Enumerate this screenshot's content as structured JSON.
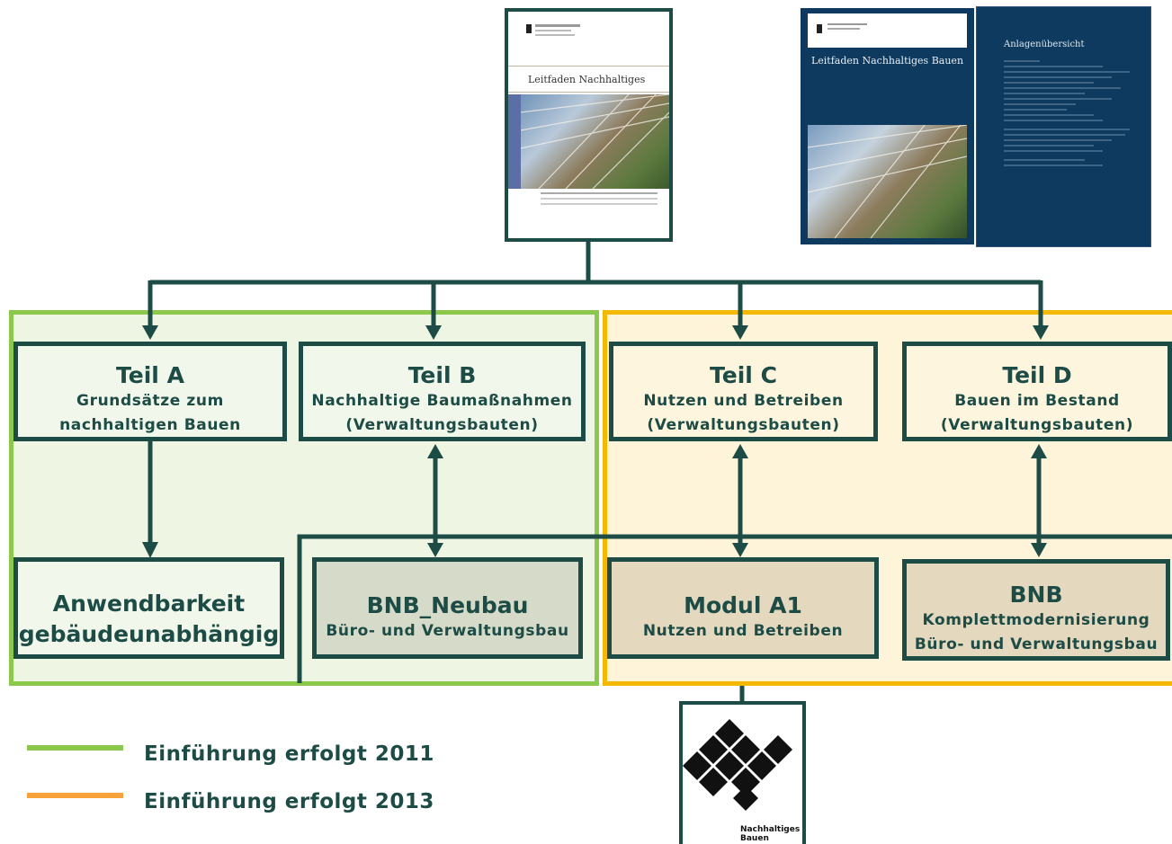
{
  "top_document": {
    "title": "Leitfaden Nachhaltiges Bauen"
  },
  "appendix_document": {
    "cover_title": "Leitfaden Nachhaltiges Bauen",
    "page_heading": "Anlagenübersicht"
  },
  "parts": [
    {
      "title": "Teil A",
      "line1": "Grundsätze zum",
      "line2": "nachhaltigen Bauen"
    },
    {
      "title": "Teil B",
      "line1": "Nachhaltige Baumaßnahmen",
      "line2": "(Verwaltungsbauten)"
    },
    {
      "title": "Teil C",
      "line1": "Nutzen und Betreiben",
      "line2": "(Verwaltungsbauten)"
    },
    {
      "title": "Teil D",
      "line1": "Bauen im Bestand",
      "line2": "(Verwaltungsbauten)"
    }
  ],
  "modules": {
    "a": {
      "line1": "Anwendbarkeit",
      "line2": "gebäudeunabhängig"
    },
    "b": {
      "title": "BNB_Neubau",
      "subtitle": "Büro- und Verwaltungsbau"
    },
    "c": {
      "title": "Modul A1",
      "subtitle": "Nutzen und Betreiben"
    },
    "d": {
      "title": "BNB",
      "line1": "Komplettmodernisierung",
      "line2": "Büro- und Verwaltungsbau"
    }
  },
  "logo": {
    "text_line1": "Nachhaltiges",
    "text_line2": "Bauen"
  },
  "legend": [
    {
      "label": "Einführung erfolgt 2011",
      "color": "#8cc84b"
    },
    {
      "label": "Einführung erfolgt 2013",
      "color": "#f7a23b"
    }
  ],
  "colors": {
    "line": "#1d4b45",
    "green": "#8cc84b",
    "orange": "#f5b800",
    "navy": "#0e3a5f"
  }
}
